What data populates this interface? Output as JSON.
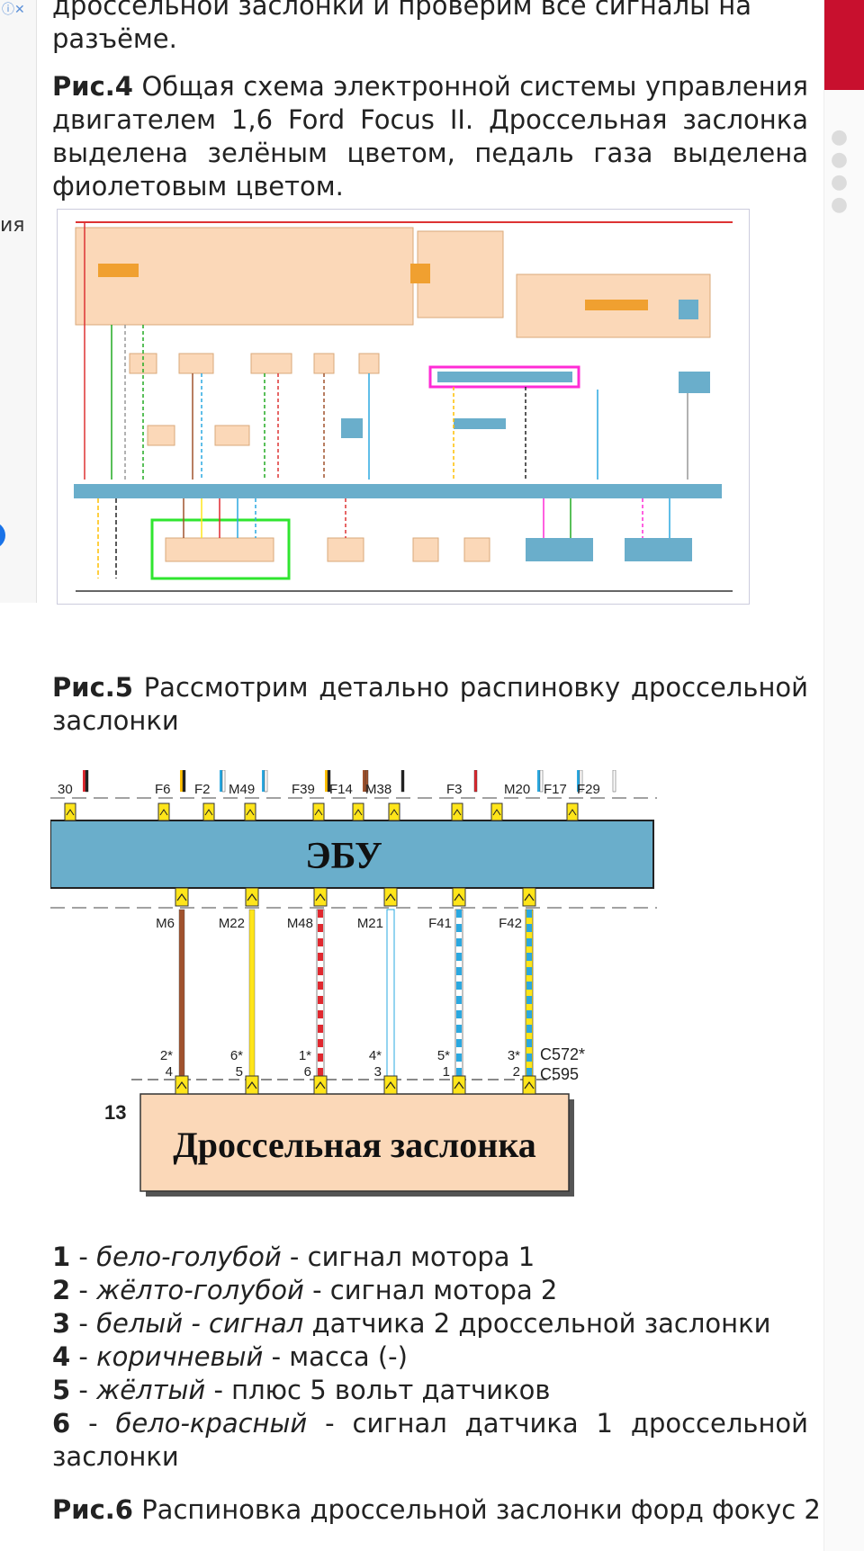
{
  "ad": {
    "badge": "ⓘ✕",
    "fragment": "ия"
  },
  "article": {
    "intro_line1": "дроссельной заслонки и проверим все сигналы на",
    "intro_line2": "разъёме.",
    "fig4_label": "Рис.4",
    "fig4_caption": "Общая схема электронной системы управления двигателем 1,6 Ford Focus II. Дроссельная заслонка выделена зелёным цветом, педаль газа выделена фиолетовым цветом.",
    "fig5_label": "Рис.5",
    "fig5_caption": "Рассмотрим детально распиновку дроссельной заслонки",
    "fig6_label": "Рис.6",
    "fig6_caption": "Распиновка дроссельной заслонки форд фокус 2"
  },
  "schematic": {
    "top_pins": [
      "30",
      "F6",
      "F2",
      "M49",
      "F39",
      "F14",
      "M38",
      "F3",
      "M20",
      "F17",
      "F29"
    ],
    "ecu_label": "ЭБУ",
    "wires": [
      {
        "ecu_pin": "M6",
        "conn_a": "2*",
        "conn_b": "4",
        "color": "brown"
      },
      {
        "ecu_pin": "M22",
        "conn_a": "6*",
        "conn_b": "5",
        "color": "yellow"
      },
      {
        "ecu_pin": "M48",
        "conn_a": "1*",
        "conn_b": "6",
        "color": "white-red"
      },
      {
        "ecu_pin": "M21",
        "conn_a": "4*",
        "conn_b": "3",
        "color": "white"
      },
      {
        "ecu_pin": "F41",
        "conn_a": "5*",
        "conn_b": "1",
        "color": "white-blue"
      },
      {
        "ecu_pin": "F42",
        "conn_a": "3*",
        "conn_b": "2",
        "color": "yellow-blue"
      }
    ],
    "connector_a": "C572*",
    "connector_b": "C595",
    "component_number": "13",
    "component_label": "Дроссельная заслонка"
  },
  "legend": [
    {
      "num": "1",
      "color": "бело-голубой",
      "sep": " - ",
      "desc": "сигнал мотора 1"
    },
    {
      "num": "2",
      "color": "жёлто-голубой",
      "sep": " - ",
      "desc": "сигнал мотора 2"
    },
    {
      "num": "3",
      "color": "белый - сигнал",
      "sep": " ",
      "desc": "датчика 2 дроссельной заслонки"
    },
    {
      "num": "4",
      "color": "коричневый",
      "sep": " - ",
      "desc": "масса (-)"
    },
    {
      "num": "5",
      "color": "жёлтый",
      "sep": " - ",
      "desc": "плюс 5 вольт датчиков"
    },
    {
      "num": "6",
      "color": "бело-красный",
      "sep": " - ",
      "desc": "сигнал датчика 1 дроссельной заслонки"
    }
  ],
  "colors": {
    "ecu_fill": "#6aaecb",
    "component_fill": "#fbd8b8",
    "brown": "#a0522d",
    "yellow": "#ffe51a",
    "red": "#e0282f",
    "blue": "#2aa8e0",
    "highlight_green": "#2fe52f",
    "highlight_magenta": "#ff2bd6"
  },
  "icons": [
    "info-icon",
    "close-icon"
  ]
}
